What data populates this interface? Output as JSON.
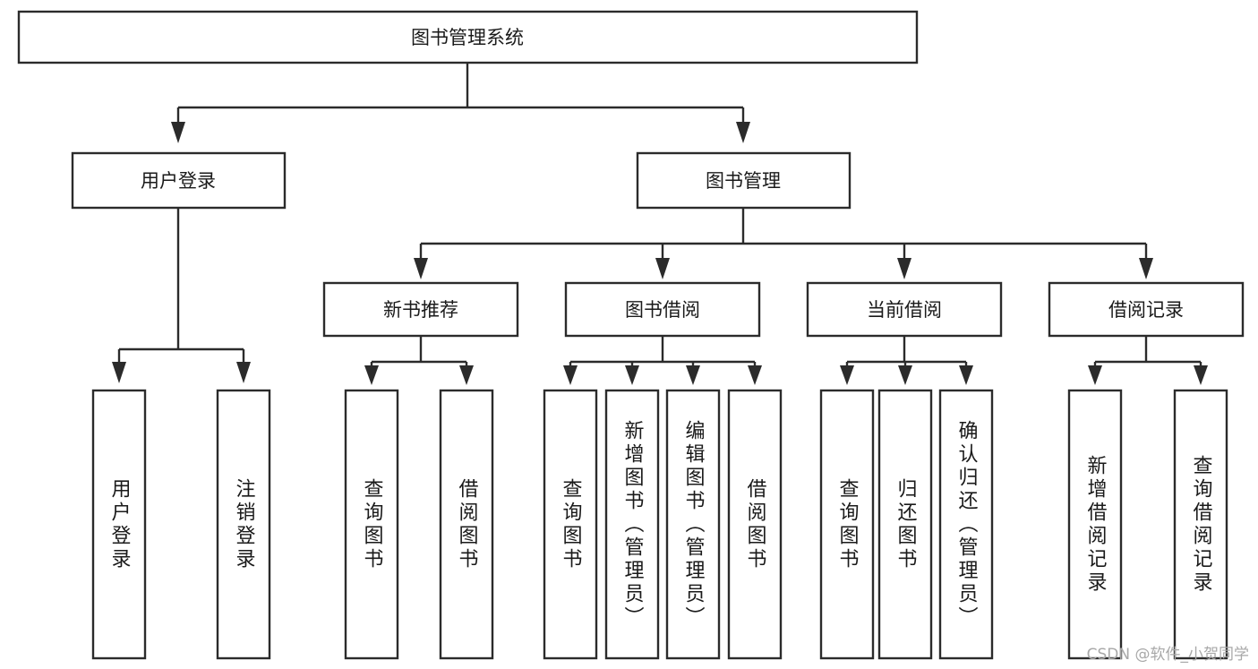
{
  "diagram": {
    "title": "图书管理系统",
    "type": "tree-hierarchy-diagram",
    "colors": {
      "stroke": "#2b2b2b",
      "fill": "#ffffff",
      "text": "#1a1a1a",
      "watermark": "#a8a8a8"
    },
    "root": {
      "label": "图书管理系统"
    },
    "level2": [
      {
        "label": "用户登录"
      },
      {
        "label": "图书管理"
      }
    ],
    "level3": [
      {
        "label": "新书推荐"
      },
      {
        "label": "图书借阅"
      },
      {
        "label": "当前借阅"
      },
      {
        "label": "借阅记录"
      }
    ],
    "leaves": {
      "user_login": [
        {
          "label": "用户登录"
        },
        {
          "label": "注销登录"
        }
      ],
      "new_book_recommend": [
        {
          "label": "查询图书"
        },
        {
          "label": "借阅图书"
        }
      ],
      "book_borrow": [
        {
          "label": "查询图书"
        },
        {
          "label": "新增图书（管理员）"
        },
        {
          "label": "编辑图书（管理员）"
        },
        {
          "label": "借阅图书"
        }
      ],
      "current_borrow": [
        {
          "label": "查询图书"
        },
        {
          "label": "归还图书"
        },
        {
          "label": "确认归还（管理员）"
        }
      ],
      "borrow_record": [
        {
          "label": "新增借阅记录"
        },
        {
          "label": "查询借阅记录"
        }
      ]
    }
  },
  "watermark": {
    "text": "CSDN @软件_小贺同学"
  }
}
